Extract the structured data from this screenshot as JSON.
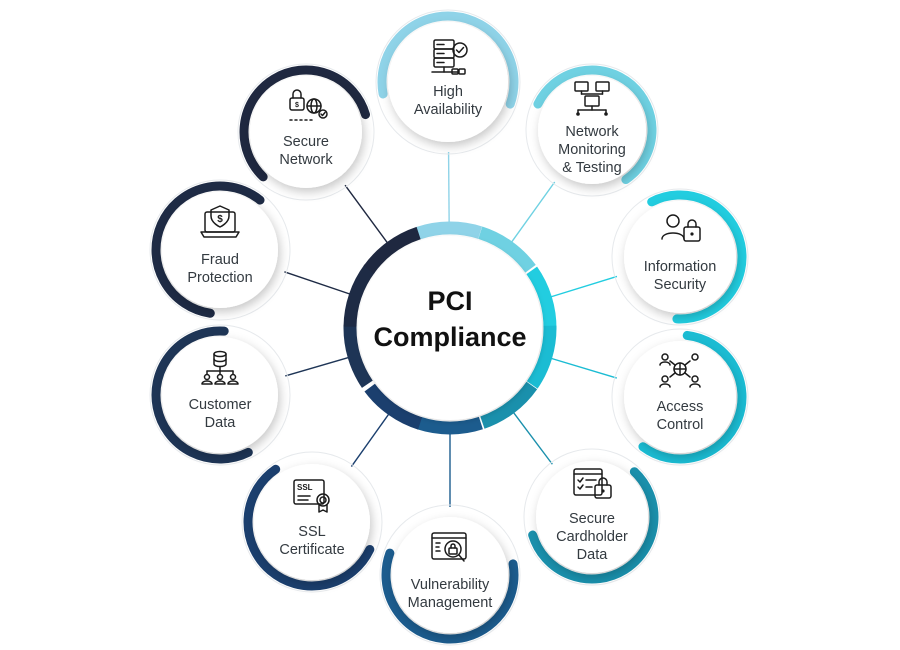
{
  "center": {
    "line1": "PCI",
    "line2": "Compliance"
  },
  "nodes": [
    {
      "id": "high-availability",
      "lines": [
        "High",
        "Availability"
      ],
      "icon": "server-check-icon",
      "color": "#8fd3e8"
    },
    {
      "id": "network-monitoring",
      "lines": [
        "Network",
        "Monitoring",
        "& Testing"
      ],
      "icon": "network-monitors-icon",
      "color": "#6fd1e2"
    },
    {
      "id": "information-security",
      "lines": [
        "Information",
        "Security"
      ],
      "icon": "user-lock-icon",
      "color": "#22cde0"
    },
    {
      "id": "access-control",
      "lines": [
        "Access",
        "Control"
      ],
      "icon": "access-network-icon",
      "color": "#1bbcd3"
    },
    {
      "id": "secure-cardholder-data",
      "lines": [
        "Secure",
        "Cardholder",
        "Data"
      ],
      "icon": "checklist-lock-icon",
      "color": "#1a90ac"
    },
    {
      "id": "vulnerability-management",
      "lines": [
        "Vulnerability",
        "Management"
      ],
      "icon": "search-lock-icon",
      "color": "#1c5c8e"
    },
    {
      "id": "ssl-certificate",
      "lines": [
        "SSL",
        "Certificate"
      ],
      "icon": "ssl-certificate-icon",
      "color": "#1b3f6e"
    },
    {
      "id": "customer-data",
      "lines": [
        "Customer",
        "Data"
      ],
      "icon": "database-users-icon",
      "color": "#1e3556"
    },
    {
      "id": "fraud-protection",
      "lines": [
        "Fraud",
        "Protection"
      ],
      "icon": "laptop-shield-dollar-icon",
      "color": "#1e2b45"
    },
    {
      "id": "secure-network",
      "lines": [
        "Secure",
        "Network"
      ],
      "icon": "lock-globe-icon",
      "color": "#1f2840"
    }
  ],
  "icon_texts": {
    "ssl": "SSL"
  }
}
